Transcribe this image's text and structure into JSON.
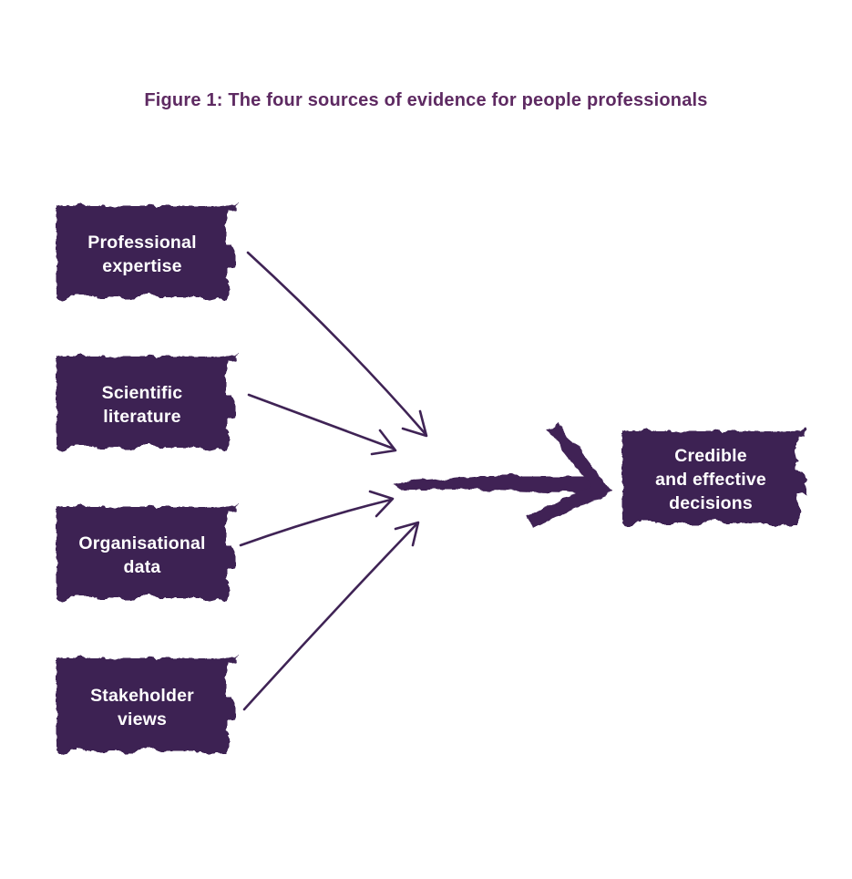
{
  "figure": {
    "title": "Figure 1: The four sources of evidence for people professionals"
  },
  "colors": {
    "box_fill": "#3d2153",
    "arrow": "#3f2355",
    "title_text": "#5e2a62",
    "box_text": "#ffffff",
    "background": "#ffffff"
  },
  "sources": [
    {
      "label": "Professional expertise",
      "lines": [
        "Professional",
        "expertise"
      ]
    },
    {
      "label": "Scientific literature",
      "lines": [
        "Scientific",
        "literature"
      ]
    },
    {
      "label": "Organisational data",
      "lines": [
        "Organisational",
        "data"
      ]
    },
    {
      "label": "Stakeholder views",
      "lines": [
        "Stakeholder",
        "views"
      ]
    }
  ],
  "outcome": {
    "label": "Credible and effective decisions",
    "lines": [
      "Credible",
      "and effective",
      "decisions"
    ]
  }
}
